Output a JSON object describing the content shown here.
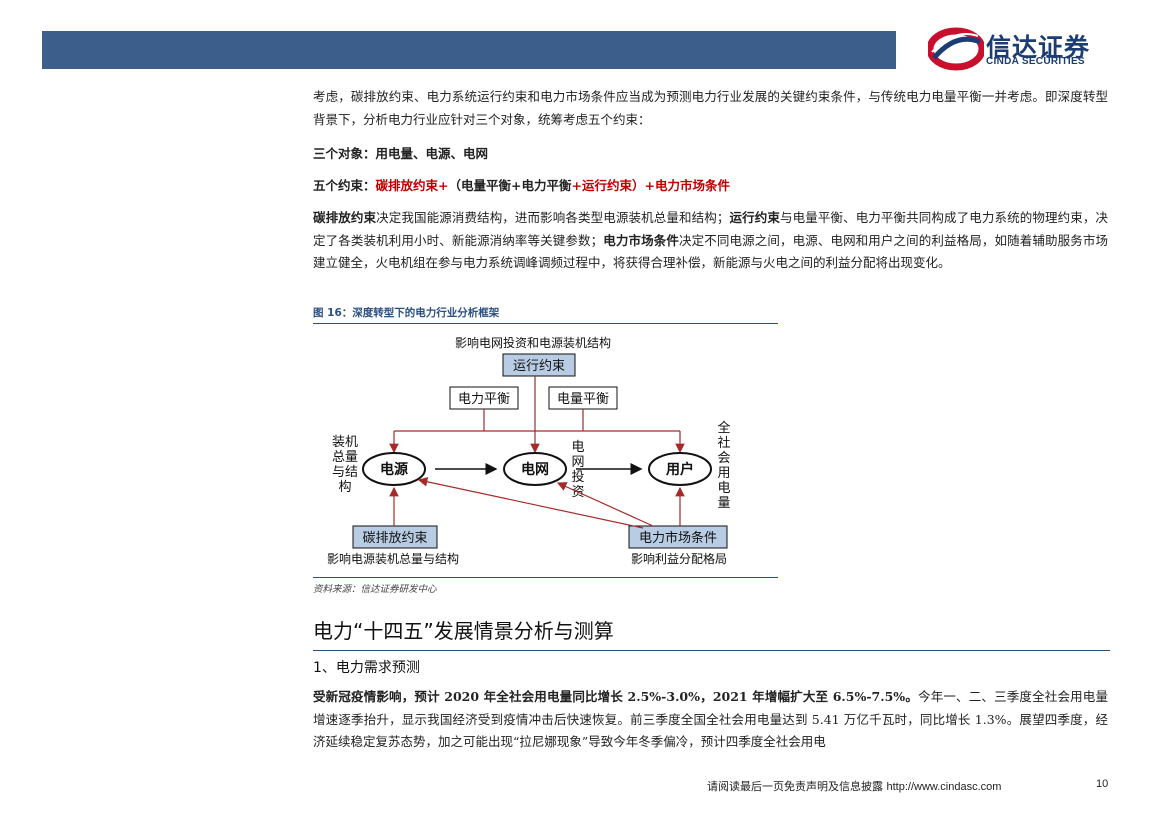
{
  "header": {
    "logo_cn": "信达证券",
    "logo_en": "CINDA SECURITIES"
  },
  "intro_paragraph": "考虑，碳排放约束、电力系统运行约束和电力市场条件应当成为预测电力行业发展的关键约束条件，与传统电力电量平衡一并考虑。即深度转型背景下，分析电力行业应针对三个对象，统筹考虑五个约束：",
  "three_objects": "三个对象：用电量、电源、电网",
  "five_constraints": {
    "label": "五个约束：",
    "part1": "碳排放约束+",
    "part2": "（电量平衡+电力平衡",
    "part3": "+运行约束",
    "part4": "）+电力市场条件"
  },
  "explain_paragraph": {
    "t1": "碳排放约束",
    "t2": "决定我国能源消费结构，进而影响各类型电源装机总量和结构；",
    "t3": "运行约束",
    "t4": "与电量平衡、电力平衡共同构成了电力系统的物理约束，决定了各类装机利用小时、新能源消纳率等关键参数；",
    "t5": "电力市场条件",
    "t6": "决定不同电源之间，电源、电网和用户之间的利益格局，如随着辅助服务市场建立健全，火电机组在参与电力系统调峰调频过程中，将获得合理补偿，新能源与火电之间的利益分配将出现变化。"
  },
  "figure": {
    "caption": "图 16：深度转型下的电力行业分析框架",
    "source": "资料来源：信达证券研发中心",
    "top_label": "影响电网投资和电源装机结构",
    "run_constraint": "运行约束",
    "power_balance": "电力平衡",
    "energy_balance": "电量平衡",
    "left_side": [
      "装机",
      "总量",
      "与结",
      "构"
    ],
    "node_source": "电源",
    "node_grid": "电网",
    "node_user": "用户",
    "grid_invest": [
      "电",
      "网",
      "投",
      "资"
    ],
    "right_side": [
      "全",
      "社",
      "会",
      "用",
      "电",
      "量"
    ],
    "carbon_constraint": "碳排放约束",
    "market_condition": "电力市场条件",
    "bottom_left_label": "影响电源装机总量与结构",
    "bottom_right_label": "影响利益分配格局"
  },
  "section_title": "电力“十四五”发展情景分析与测算",
  "subsection_title": "1、电力需求预测",
  "demand_paragraph": {
    "bold": "受新冠疫情影响，预计 2020 年全社会用电量同比增长 2.5%-3.0%，2021 年增幅扩大至 6.5%-7.5%。",
    "rest": "今年一、二、三季度全社会用电量增速逐季抬升，显示我国经济受到疫情冲击后快速恢复。前三季度全国全社会用电量达到 5.41 万亿千瓦时，同比增长 1.3%。展望四季度，经济延续稳定复苏态势，加之可能出现“拉尼娜现象”导致今年冬季偏冷，预计四季度全社会用电"
  },
  "footer": {
    "disclaimer": "请阅读最后一页免责声明及信息披露 ",
    "url": "http://www.cindasc.com",
    "page": "10"
  },
  "colors": {
    "header_bar": "#3b5f8a",
    "accent_red": "#c00000",
    "box_fill": "#b8cce4",
    "arrow_red": "#a52a2a"
  }
}
